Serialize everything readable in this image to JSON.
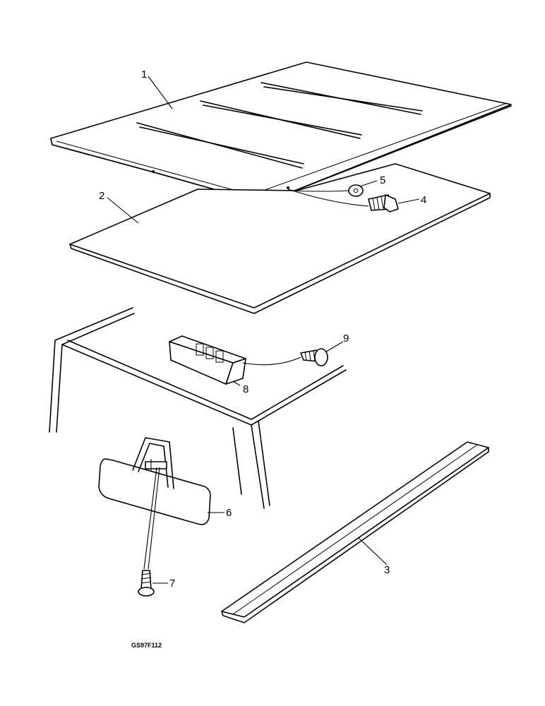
{
  "callouts": {
    "c1": "1",
    "c2": "2",
    "c3": "3",
    "c4": "4",
    "c5": "5",
    "c6": "6",
    "c7": "7",
    "c8": "8",
    "c9": "9"
  },
  "drawing_code": "GS97F112"
}
